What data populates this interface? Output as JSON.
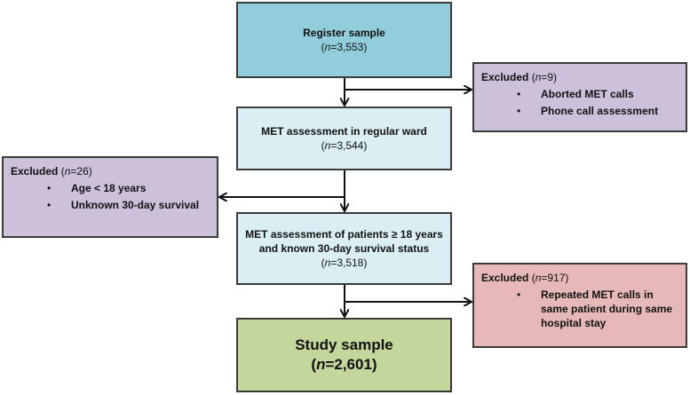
{
  "boxes": {
    "register": {
      "title": "Register sample",
      "n_label": "n",
      "n_value": "=3,553"
    },
    "met_regular": {
      "title": "MET assessment in regular ward",
      "n_label": "n",
      "n_value": "=3,544"
    },
    "met_adult": {
      "title_line1": "MET assessment of patients ≥ 18 years",
      "title_line2": "and known 30-day survival status",
      "n_label": "n",
      "n_value": "=3,518"
    },
    "study": {
      "title": "Study sample",
      "n_open": "(",
      "n_label": "n",
      "n_value": "=2,601)"
    }
  },
  "exclusions": {
    "first": {
      "label": "Excluded",
      "n_open": " (",
      "n_label": "n",
      "n_value": "=9)",
      "items": [
        "Aborted MET calls",
        "Phone call assessment"
      ]
    },
    "second": {
      "label": "Excluded",
      "n_open": " (",
      "n_label": "n",
      "n_value": "=26)",
      "items": [
        "Age < 18 years",
        "Unknown 30-day survival"
      ]
    },
    "third": {
      "label": "Excluded",
      "n_open": " (",
      "n_label": "n",
      "n_value": "=917)",
      "items": [
        "Repeated MET calls in same patient during same hospital stay"
      ]
    }
  },
  "bullet_symbol": "•",
  "colors": {
    "register": "#92cddc",
    "met": "#dbeef3",
    "excluded_purple": "#ccc0da",
    "excluded_pink": "#e6b9b8",
    "study": "#c3d69b",
    "border": "#3a3a3a"
  }
}
